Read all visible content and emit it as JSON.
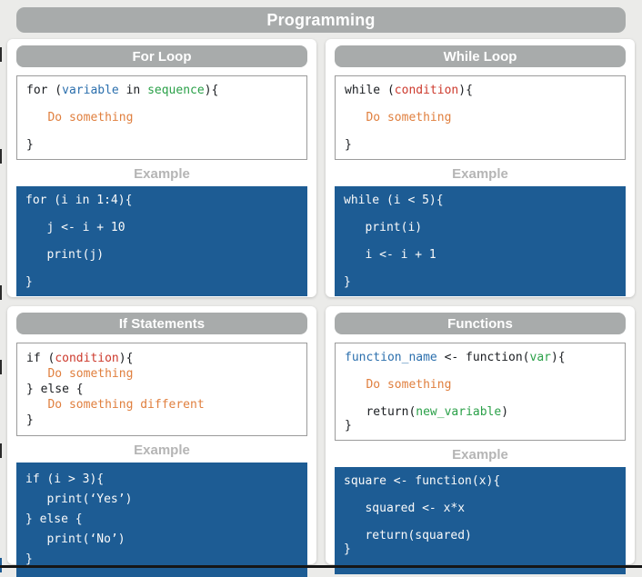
{
  "title": "Programming",
  "example_label": "Example",
  "colors": {
    "page_bg": "#ebebe9",
    "card_bg": "#ffffff",
    "header_bar": "#a8abab",
    "example_box": "#1d5c94",
    "example_text": "#fafafa",
    "example_label_text": "#b5b5b5",
    "code_plain": "#1a1d21",
    "code_blue": "#2b6fad",
    "code_green": "#2aa048",
    "code_orange": "#e07f3e",
    "code_red": "#cd3a2d"
  },
  "sections": [
    {
      "id": "for-loop",
      "title": "For Loop",
      "syntax": [
        [
          [
            "plain",
            "for ("
          ],
          [
            "blue",
            "variable"
          ],
          [
            "plain",
            " in "
          ],
          [
            "green",
            "sequence"
          ],
          [
            "plain",
            "){"
          ]
        ],
        [],
        [
          [
            "orange",
            "   Do something"
          ]
        ],
        [],
        [
          [
            "plain",
            "}"
          ]
        ]
      ],
      "example": [
        "for (i in 1:4){",
        "",
        "   j <- i + 10",
        "",
        "   print(j)",
        "",
        "}"
      ]
    },
    {
      "id": "while-loop",
      "title": "While Loop",
      "syntax": [
        [
          [
            "plain",
            "while ("
          ],
          [
            "red",
            "condition"
          ],
          [
            "plain",
            "){"
          ]
        ],
        [],
        [
          [
            "orange",
            "   Do something"
          ]
        ],
        [],
        [
          [
            "plain",
            "}"
          ]
        ]
      ],
      "example": [
        "while (i < 5){",
        "",
        "   print(i)",
        "",
        "   i <- i + 1",
        "",
        "}"
      ]
    },
    {
      "id": "if-statements",
      "title": "If Statements",
      "syntax": [
        [
          [
            "plain",
            "if ("
          ],
          [
            "red",
            "condition"
          ],
          [
            "plain",
            "){"
          ]
        ],
        [
          [
            "orange",
            "   Do something"
          ]
        ],
        [
          [
            "plain",
            "} else {"
          ]
        ],
        [
          [
            "orange",
            "   Do something different"
          ]
        ],
        [
          [
            "plain",
            "}"
          ]
        ]
      ],
      "example": [
        "if (i > 3){",
        "   print(‘Yes’)",
        "} else {",
        "   print(‘No’)",
        "}"
      ]
    },
    {
      "id": "functions",
      "title": "Functions",
      "syntax": [
        [
          [
            "blue",
            "function_name"
          ],
          [
            "plain",
            " <- function("
          ],
          [
            "green",
            "var"
          ],
          [
            "plain",
            "){"
          ]
        ],
        [],
        [
          [
            "orange",
            "   Do something"
          ]
        ],
        [],
        [
          [
            "plain",
            "   return("
          ],
          [
            "green",
            "new_variable"
          ],
          [
            "plain",
            ")"
          ]
        ],
        [
          [
            "plain",
            "}"
          ]
        ]
      ],
      "example": [
        "square <- function(x){",
        "",
        "   squared <- x*x",
        "",
        "   return(squared)",
        "}"
      ]
    }
  ]
}
